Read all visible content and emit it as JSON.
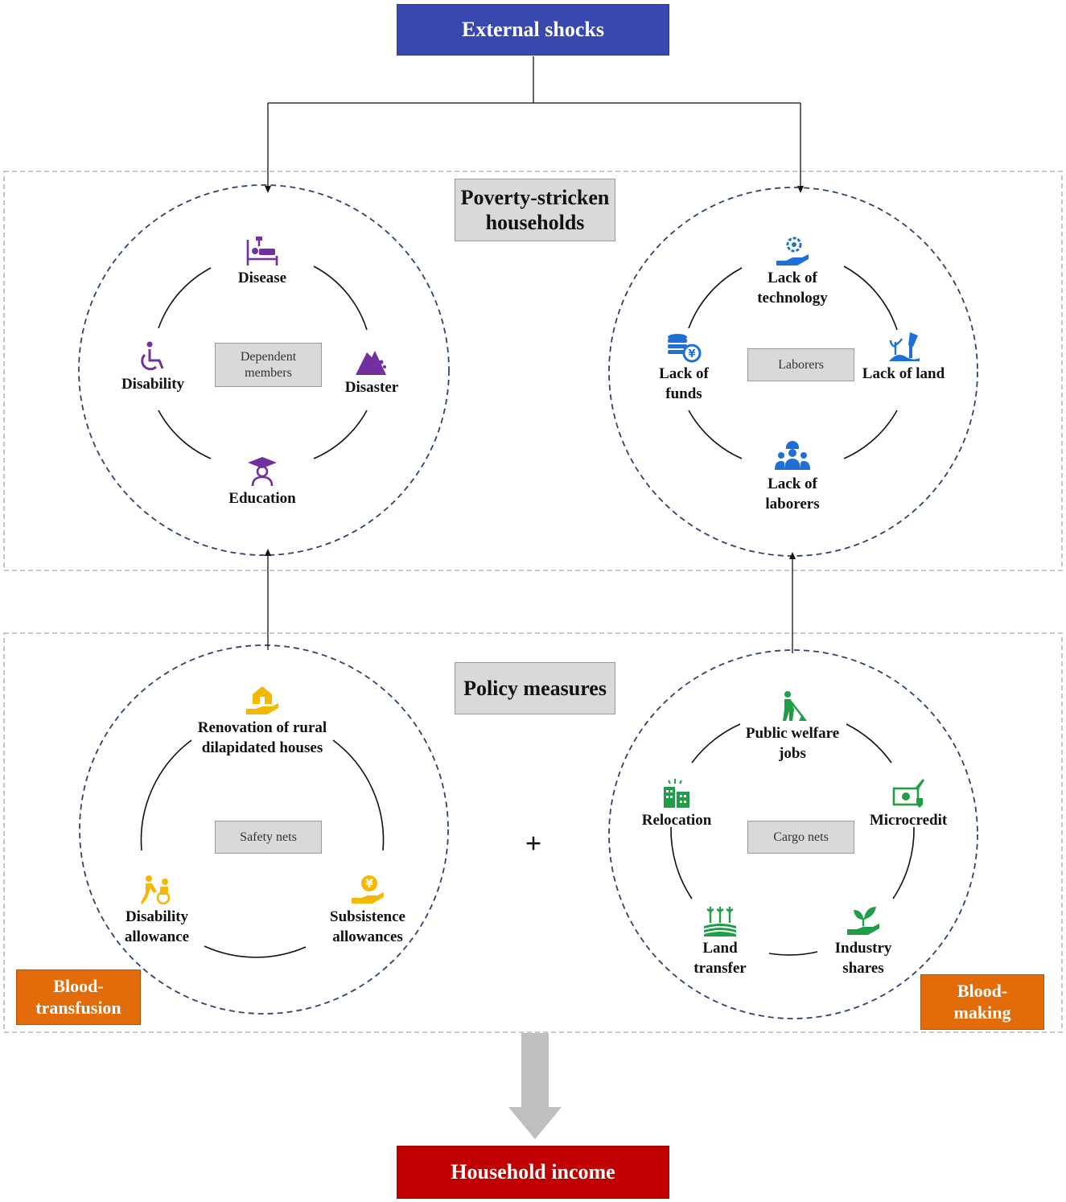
{
  "top": {
    "label": "External shocks"
  },
  "poverty_section": {
    "title": "Poverty-stricken households",
    "left_center": "Dependent members",
    "right_center": "Laborers",
    "left_items": [
      "Disease",
      "Disability",
      "Disaster",
      "Education"
    ],
    "right_items": [
      "Lack of technology",
      "Lack of funds",
      "Lack of land",
      "Lack of laborers"
    ]
  },
  "policy_section": {
    "title": "Policy measures",
    "left_center": "Safety nets",
    "right_center": "Cargo nets",
    "plus": "+",
    "left_items": [
      "Renovation of rural dilapidated houses",
      "Disability allowance",
      "Subsistence allowances"
    ],
    "right_items": [
      "Public welfare jobs",
      "Relocation",
      "Microcredit",
      "Land transfer",
      "Industry shares"
    ],
    "left_tag": "Blood-transfusion",
    "right_tag": "Blood-making"
  },
  "bottom": {
    "label": "Household income"
  },
  "colors": {
    "top_box": "#3848b0",
    "bottom_box": "#c00000",
    "gray_box": "#d9d9d9",
    "orange_tag": "#e26b0a",
    "icon_purple": "#7030a0",
    "icon_blue": "#1f6fd6",
    "icon_yellow": "#f5b800",
    "icon_green": "#1f9e47",
    "dashed_circle": "#2f4468",
    "arrow_gray": "#bfbfbf"
  },
  "icons": {
    "disease": "hospital-bed-icon",
    "disability": "wheelchair-icon",
    "disaster": "landslide-icon",
    "education": "graduate-icon",
    "technology": "gear-hand-icon",
    "funds": "coins-yuan-icon",
    "land": "farm-tools-icon",
    "laborers": "workers-icon",
    "renovation": "house-hand-icon",
    "disability_allowance": "caregiver-wheelchair-icon",
    "subsistence": "yuan-coin-hand-icon",
    "public_welfare": "sweeper-icon",
    "relocation": "buildings-icon",
    "microcredit": "money-card-icon",
    "land_transfer": "crop-field-icon",
    "industry_shares": "sprout-hand-icon"
  }
}
